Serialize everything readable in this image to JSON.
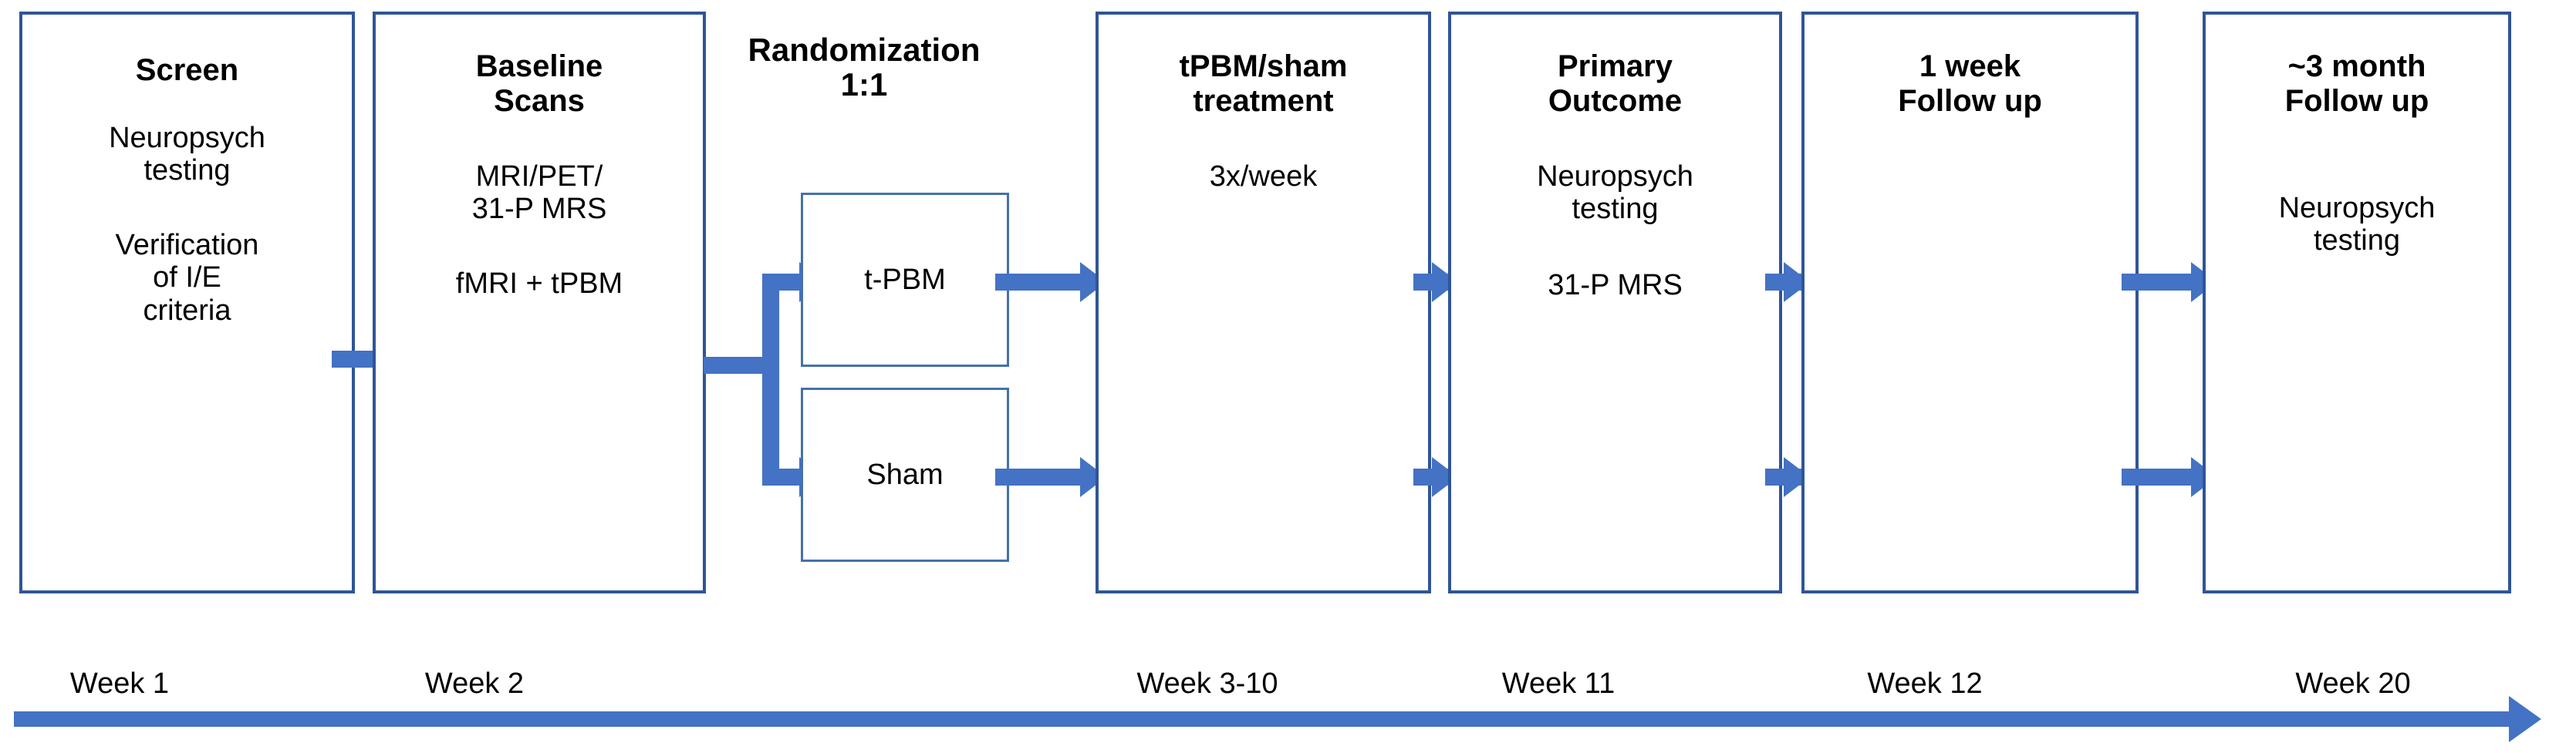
{
  "diagram": {
    "title_semantic": "clinical-trial-flow-diagram",
    "colors": {
      "box_border": "#2F5597",
      "arm_box_border": "#4472A8",
      "arrow": "#4472C4",
      "text": "#000000",
      "background": "#ffffff"
    }
  },
  "stages": [
    {
      "id": "screen",
      "title": "Screen",
      "lines": [
        "Neuropsych\ntesting",
        "Verification\nof I/E\ncriteria"
      ]
    },
    {
      "id": "baseline-scans",
      "title": "Baseline\nScans",
      "lines": [
        "MRI/PET/\n31-P MRS",
        "fMRI  + tPBM"
      ]
    },
    {
      "id": "tpbm-sham-treatment",
      "title": "tPBM/sham\ntreatment",
      "lines": [
        "3x/week"
      ]
    },
    {
      "id": "primary-outcome",
      "title": "Primary\nOutcome",
      "lines": [
        "Neuropsych\ntesting",
        "31-P MRS"
      ]
    },
    {
      "id": "one-week-followup",
      "title": "1 week\nFollow up",
      "lines": []
    },
    {
      "id": "three-month-followup",
      "title": "~3 month\nFollow up",
      "lines": [
        "Neuropsych\ntesting"
      ]
    }
  ],
  "randomization": {
    "label": "Randomization\n1:1",
    "arms": [
      {
        "id": "arm-tpbm",
        "label": "t-PBM"
      },
      {
        "id": "arm-sham",
        "label": "Sham"
      }
    ]
  },
  "timeline": {
    "labels": [
      "Week 1",
      "Week 2",
      "Week 3-10",
      "Week 11",
      "Week 12",
      "Week 20"
    ]
  },
  "chart_data": {
    "type": "diagram",
    "title": "Clinical trial flow / CONSORT-style schedule",
    "nodes": [
      "Screen",
      "Baseline Scans",
      "Randomization 1:1",
      "t-PBM",
      "Sham",
      "tPBM/sham treatment",
      "Primary Outcome",
      "1 week Follow up",
      "~3 month Follow up"
    ],
    "timeline_axis": [
      "Week 1",
      "Week 2",
      "Week 3-10",
      "Week 11",
      "Week 12",
      "Week 20"
    ],
    "flow": "Screen -> Baseline Scans -> Randomization 1:1 -> {t-PBM, Sham} -> tPBM/sham treatment -> Primary Outcome -> 1 week Follow up -> ~3 month Follow up"
  }
}
